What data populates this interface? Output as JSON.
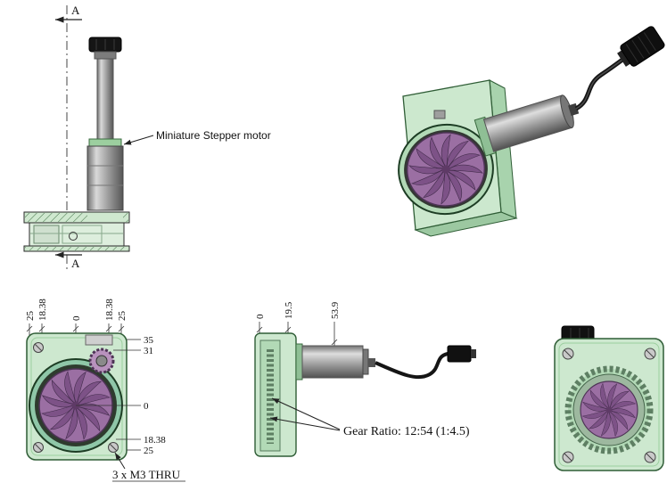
{
  "section_view": {
    "marker_top": "A",
    "marker_bottom": "A",
    "callout": "Miniature Stepper motor"
  },
  "front_view": {
    "dims_top": [
      "25",
      "18.38",
      "0",
      "18.38",
      "25"
    ],
    "dims_right": [
      "35",
      "31",
      "0",
      "18.38",
      "25"
    ],
    "note": "3 x M3 THRU"
  },
  "side_view": {
    "dims_top": [
      "0",
      "19.5",
      "53.9"
    ],
    "gear_ratio": "Gear Ratio: 12:54  (1:4.5)"
  },
  "colors": {
    "housing_green": "#cde8cf",
    "housing_green_dark": "#8fc7a8",
    "fan_purple": "#9b6fa3",
    "metal_gray": "#9a9a9a",
    "line": "#2a2a2a"
  }
}
